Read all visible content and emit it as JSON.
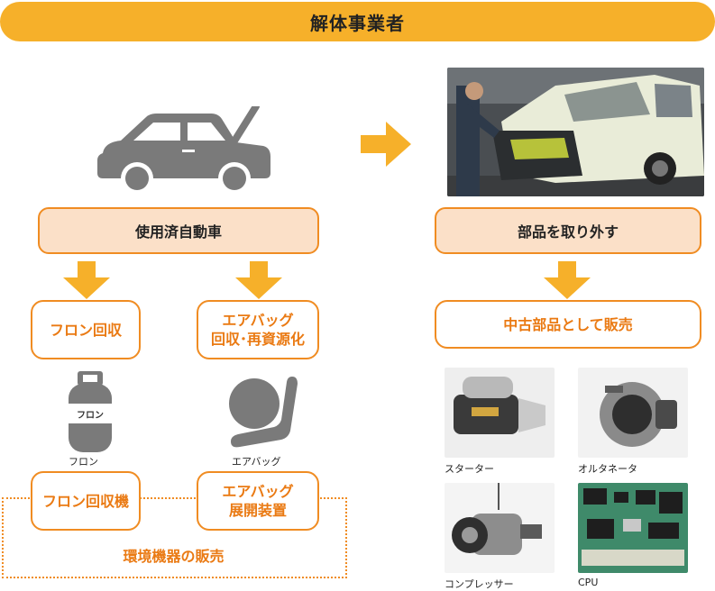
{
  "header": {
    "title": "解体事業者"
  },
  "left": {
    "main_box": "使用済自動車",
    "freon_box": "フロン回収",
    "airbag_box_line1": "エアバッグ",
    "airbag_box_line2": "回収･再資源化",
    "freon_caption": "フロン",
    "freon_tank_label": "フロン",
    "airbag_caption": "エアバッグ",
    "freon_machine_box": "フロン回収機",
    "airbag_device_line1": "エアバッグ",
    "airbag_device_line2": "展開装置",
    "sales_label": "環境機器の販売"
  },
  "right": {
    "remove_box": "部品を取り外す",
    "sell_box": "中古部品として販売",
    "parts": [
      {
        "label": "スターター"
      },
      {
        "label": "オルタネータ"
      },
      {
        "label": "コンプレッサー"
      },
      {
        "label": "CPU"
      }
    ]
  },
  "colors": {
    "header": "#f6b02a",
    "box_fill": "#fbe0c8",
    "border": "#f08c22",
    "text_orange": "#ea7a13",
    "arrow": "#f6b02a",
    "icon_gray": "#7a7a7a"
  }
}
